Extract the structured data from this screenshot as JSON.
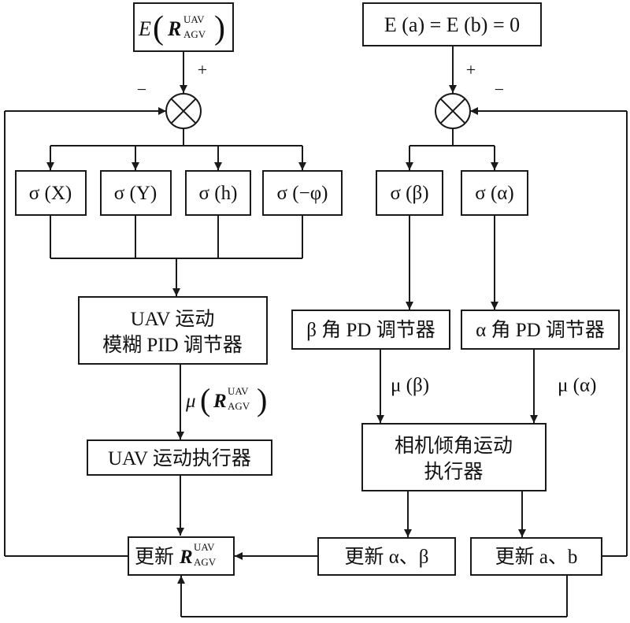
{
  "setpoints": {
    "left": "E(R_AGV^UAV)",
    "right": "E (a) = E (b) = 0"
  },
  "signs": {
    "plus": "+",
    "minus": "−"
  },
  "sigma_boxes": {
    "x": "σ (X)",
    "y": "σ (Y)",
    "h": "σ (h)",
    "phi": "σ (−φ)",
    "beta": "σ (β)",
    "alpha": "σ (α)"
  },
  "controllers": {
    "uav_line1": "UAV 运动",
    "uav_line2": "模糊 PID 调节器",
    "beta": "β 角 PD 调节器",
    "alpha": "α 角 PD 调节器"
  },
  "signals": {
    "mu_r": "μ(R_AGV^UAV)",
    "mu_beta": "μ (β)",
    "mu_alpha": "μ (α)"
  },
  "actuators": {
    "uav": "UAV 运动执行器",
    "camera_line1": "相机倾角运动",
    "camera_line2": "执行器"
  },
  "updates": {
    "r": "更新 R_AGV^UAV",
    "alpha_beta": "更新 α、β",
    "ab": "更新 a、b"
  },
  "symbol_parts": {
    "E": "E",
    "mu": "μ",
    "update": "更新",
    "R": "R",
    "sup": "UAV",
    "sub": "AGV"
  }
}
